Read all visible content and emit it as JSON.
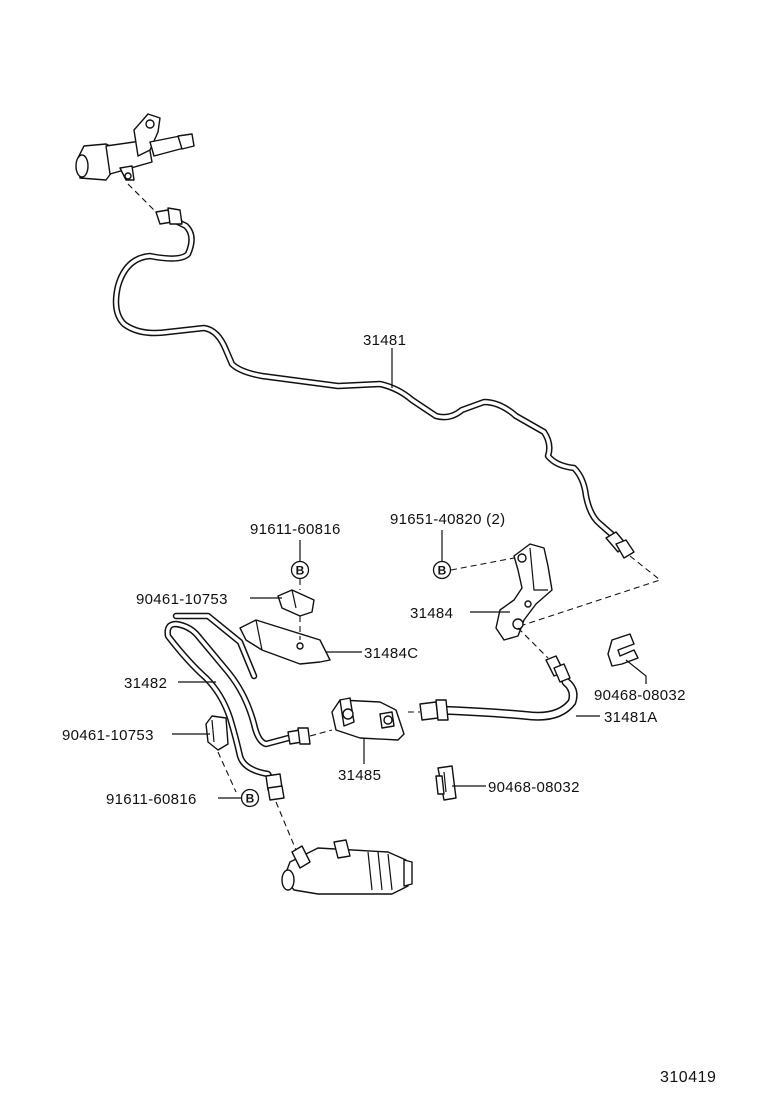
{
  "labels": {
    "p31481": "31481",
    "p31481a": "31481A",
    "p31482": "31482",
    "p31484": "31484",
    "p31484c": "31484C",
    "p31485": "31485",
    "p91611_top": "91611-60816",
    "p91611_bottom": "91611-60816",
    "p91651": "91651-40820 (2)",
    "p90461_top": "90461-10753",
    "p90461_bottom": "90461-10753",
    "p90468_right": "90468-08032",
    "p90468_center": "90468-08032"
  },
  "callout_letter": "B",
  "diagram_ref": "310419"
}
